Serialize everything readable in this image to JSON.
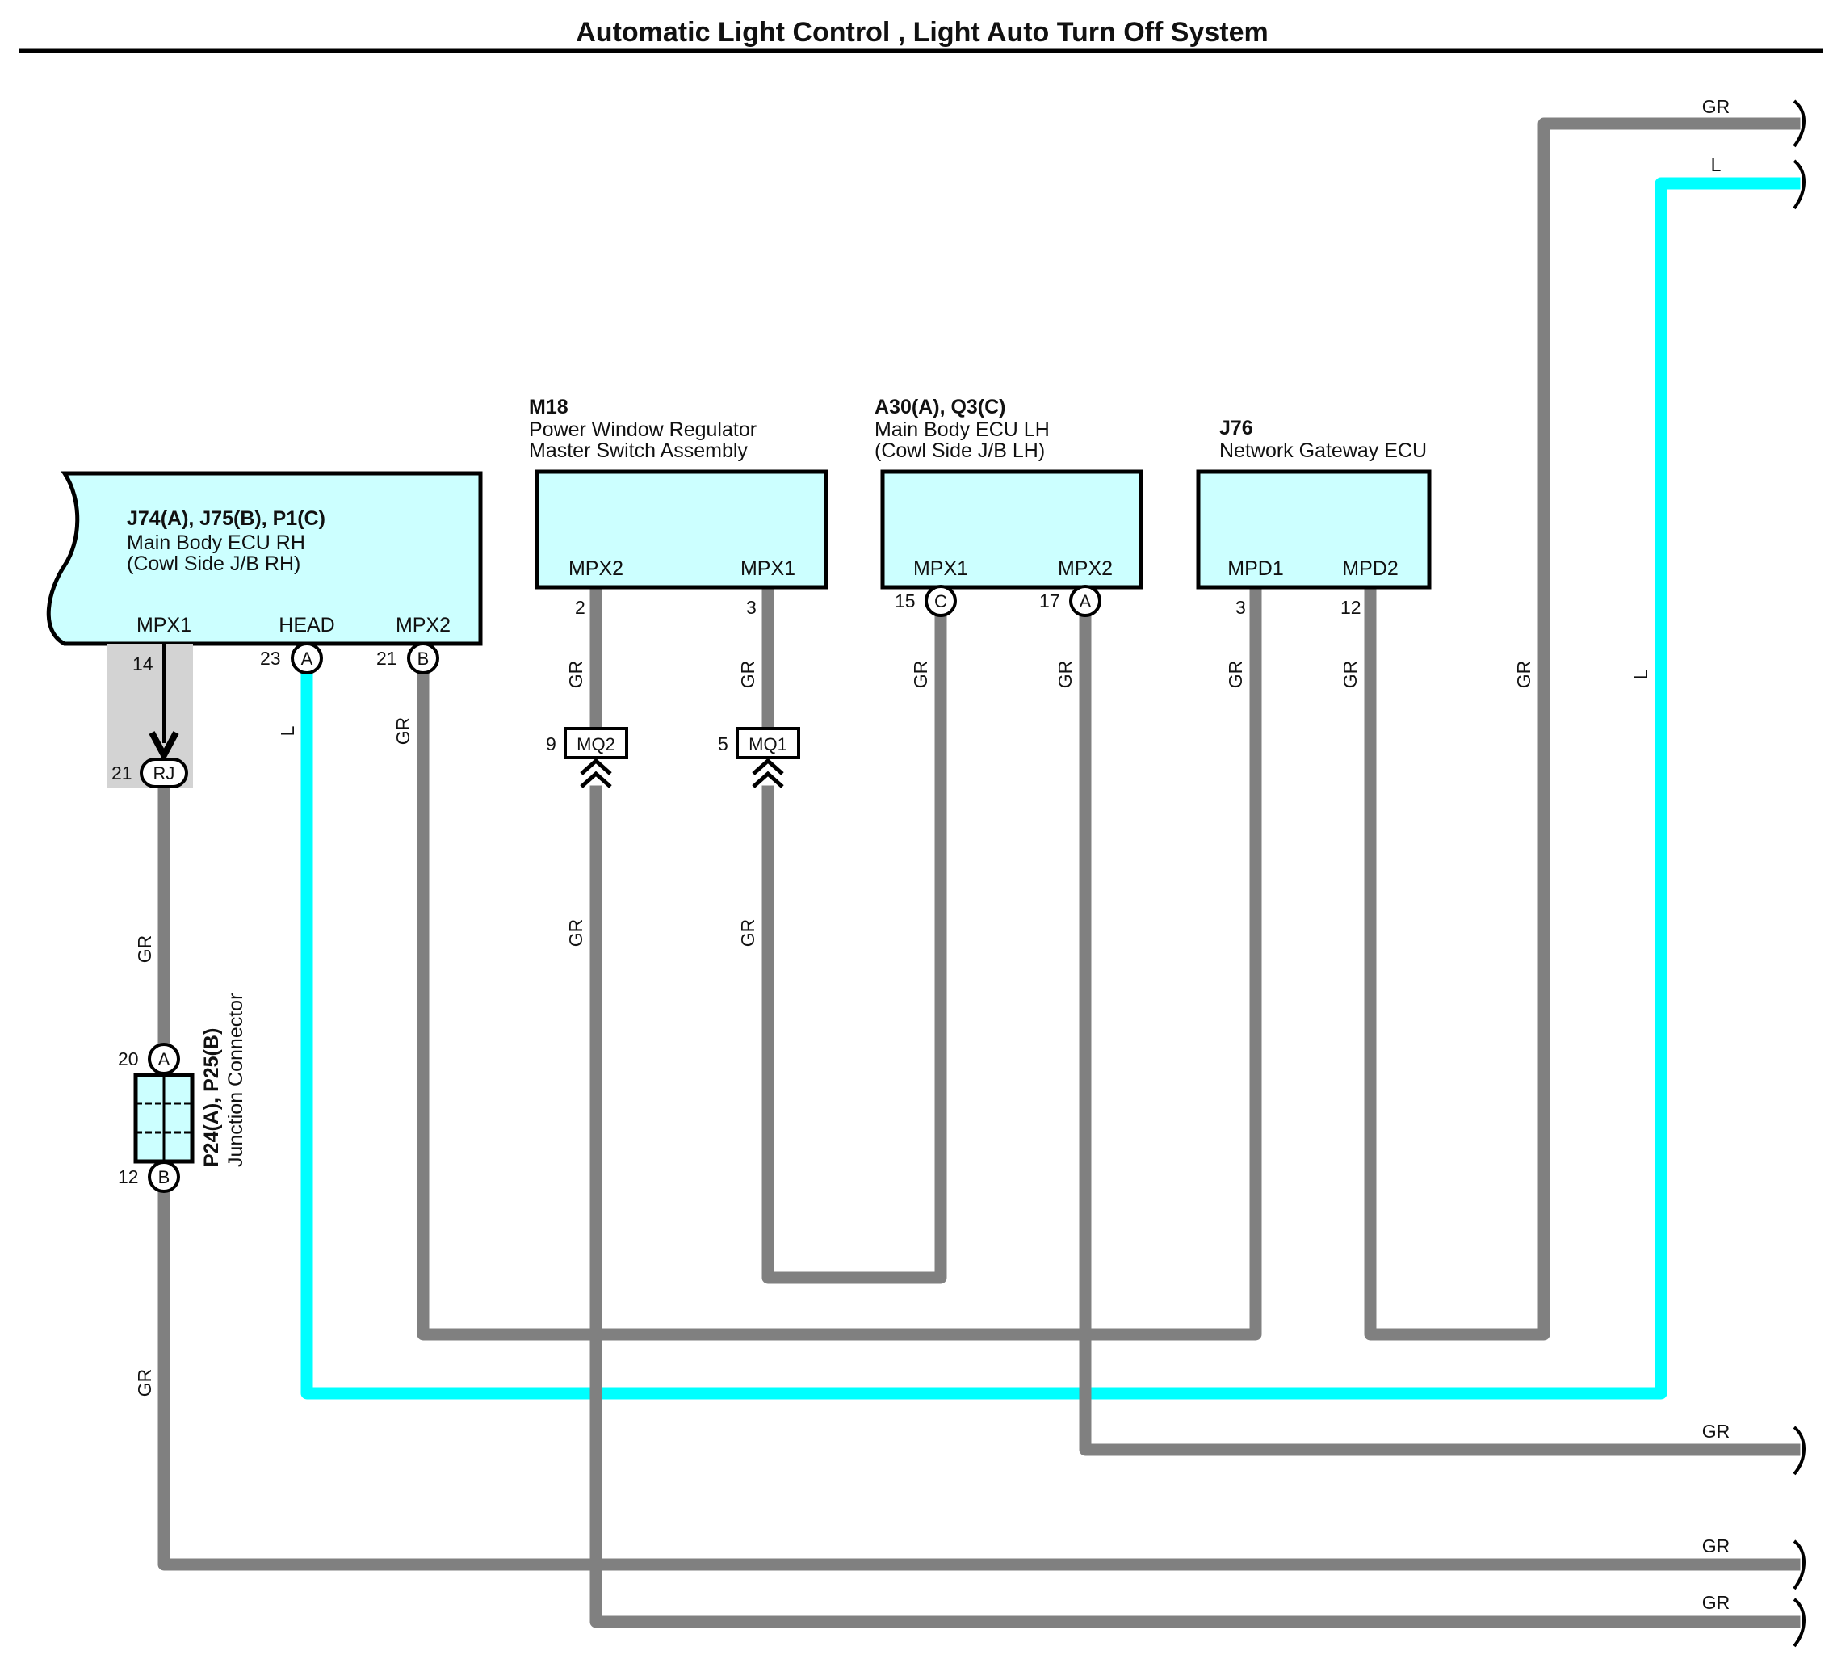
{
  "title": "Automatic Light Control , Light Auto Turn Off System",
  "components": {
    "body_ecu_rh": {
      "code": "J74(A), J75(B), P1(C)",
      "line1": "Main Body ECU RH",
      "line2": "(Cowl Side J/B RH)",
      "pins": {
        "mpx1": "MPX1",
        "head": "HEAD",
        "mpx2": "MPX2"
      },
      "pin_nums": {
        "mpx1": "14",
        "head": "23",
        "mpx2": "21"
      },
      "pin_conn": {
        "head": "A",
        "mpx2": "B"
      }
    },
    "m18": {
      "code": "M18",
      "line1": "Power Window Regulator",
      "line2": "Master Switch Assembly",
      "pins": {
        "mpx2": "MPX2",
        "mpx1": "MPX1"
      },
      "pin_nums": {
        "mpx2": "2",
        "mpx1": "3"
      }
    },
    "body_ecu_lh": {
      "code": "A30(A), Q3(C)",
      "line1": "Main Body ECU LH",
      "line2": "(Cowl Side J/B LH)",
      "pins": {
        "mpx1": "MPX1",
        "mpx2": "MPX2"
      },
      "pin_nums": {
        "mpx1": "15",
        "mpx2": "17"
      },
      "pin_conn": {
        "mpx1": "C",
        "mpx2": "A"
      }
    },
    "gateway": {
      "code": "J76",
      "line1": "Network Gateway ECU",
      "pins": {
        "mpd1": "MPD1",
        "mpd2": "MPD2"
      },
      "pin_nums": {
        "mpd1": "3",
        "mpd2": "12"
      }
    }
  },
  "inline_connectors": {
    "rj": {
      "label": "RJ",
      "num": "21"
    },
    "mq2": {
      "label": "MQ2",
      "num": "9"
    },
    "mq1": {
      "label": "MQ1",
      "num": "5"
    }
  },
  "junction": {
    "name1": "P24(A), P25(B)",
    "name2": "Junction Connector",
    "top_conn": "A",
    "top_num": "20",
    "bot_conn": "B",
    "bot_num": "12"
  },
  "wire_colors": {
    "gr": "GR",
    "l": "L"
  },
  "colors": {
    "gray_wire": "#808080",
    "blue_wire": "#00ffff",
    "ecu_fill": "#ccffff"
  }
}
